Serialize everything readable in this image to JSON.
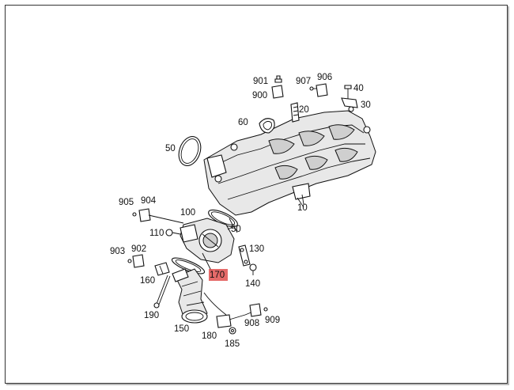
{
  "labels": [
    {
      "id": "901",
      "text": "901"
    },
    {
      "id": "907",
      "text": "907"
    },
    {
      "id": "906",
      "text": "906"
    },
    {
      "id": "40",
      "text": "40"
    },
    {
      "id": "900",
      "text": "900"
    },
    {
      "id": "20",
      "text": "20"
    },
    {
      "id": "30",
      "text": "30"
    },
    {
      "id": "60",
      "text": "60"
    },
    {
      "id": "50a",
      "text": "50"
    },
    {
      "id": "905",
      "text": "905"
    },
    {
      "id": "904",
      "text": "904"
    },
    {
      "id": "100",
      "text": "100"
    },
    {
      "id": "10",
      "text": "10"
    },
    {
      "id": "50b",
      "text": "50"
    },
    {
      "id": "110",
      "text": "110"
    },
    {
      "id": "903",
      "text": "903"
    },
    {
      "id": "902",
      "text": "902"
    },
    {
      "id": "130",
      "text": "130"
    },
    {
      "id": "170",
      "text": "170"
    },
    {
      "id": "160",
      "text": "160"
    },
    {
      "id": "140",
      "text": "140"
    },
    {
      "id": "190",
      "text": "190"
    },
    {
      "id": "150",
      "text": "150"
    },
    {
      "id": "908",
      "text": "908"
    },
    {
      "id": "909",
      "text": "909"
    },
    {
      "id": "180",
      "text": "180"
    },
    {
      "id": "185",
      "text": "185"
    }
  ],
  "highlight_color": "#e0504f"
}
